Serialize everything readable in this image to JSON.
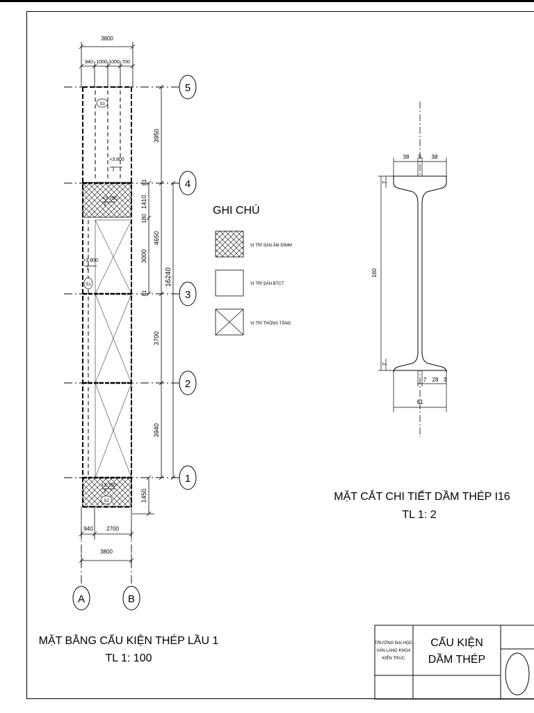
{
  "plan": {
    "title": "MẶT BẰNG CẤU KIỆN THÉP LẦU 1",
    "scale": "TL 1: 100",
    "dims_top": {
      "total": "3800",
      "segments": [
        "940",
        "1000",
        "1000",
        "700"
      ]
    },
    "dims_bottom": {
      "segments": [
        "940",
        "2700"
      ],
      "total": "3800"
    },
    "dims_right": [
      "3950",
      "1410",
      "180",
      "81",
      "3000",
      "4650",
      "3700",
      "3940",
      "1450",
      "81"
    ],
    "dim_overall": "16240",
    "grid_rows": [
      "5",
      "4",
      "3",
      "2",
      "1"
    ],
    "grid_cols": [
      "A",
      "B"
    ],
    "levels": [
      "+3.800",
      "+3.750",
      "+3.800",
      "+3.750"
    ],
    "slab_tags": [
      "S3",
      "S1",
      "S2"
    ]
  },
  "legend": {
    "title": "GHI CHÚ",
    "items": [
      {
        "pattern": "crosshatch",
        "label": "VỊ TRÍ SÀN ÂM 50MM"
      },
      {
        "pattern": "blank",
        "label": "VỊ TRÍ SÀN BTCT"
      },
      {
        "pattern": "x-cross",
        "label": "VỊ TRÍ THÔNG TẦNG"
      }
    ]
  },
  "section": {
    "title": "MẶT CẮT CHI TIẾT DẦM THÉP I16",
    "scale": "TL 1: 2",
    "dims": {
      "top_left": "38",
      "web": "5",
      "top_right": "38",
      "flange": "7",
      "height": "160",
      "flange_bottom": "7",
      "web_b": "7",
      "b_right": "28",
      "tip": "3",
      "width": "81"
    }
  },
  "title_block": {
    "school": "TRƯỜNG ĐẠI HỌC VĂN LANG KHOA KIẾN TRÚC",
    "drawing_name_line1": "CẤU KIỆN",
    "drawing_name_line2": "DẦM THÉP"
  }
}
